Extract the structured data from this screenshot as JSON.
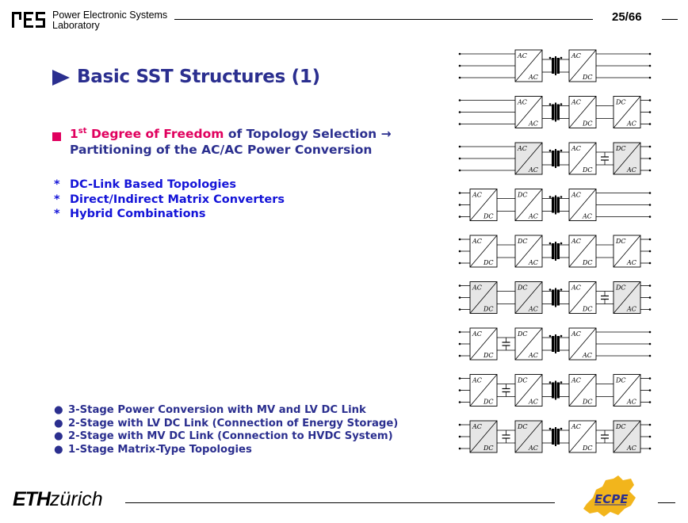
{
  "header": {
    "lab_line1": "Power Electronic Systems",
    "lab_line2": "Laboratory",
    "page_number": "25/66"
  },
  "title": "Basic SST Structures (1)",
  "main_point": {
    "ordinal": "1",
    "ordinal_sup": "st",
    "highlight": "Degree of Freedom",
    "rest_line1": " of Topology Selection →",
    "line2": "Partitioning of the AC/AC Power Conversion"
  },
  "star_items": [
    "DC-Link Based Topologies",
    "Direct/Indirect Matrix Converters",
    "Hybrid Combinations"
  ],
  "dot_items": [
    "3-Stage Power Conversion with MV and LV  DC Link",
    "2-Stage with LV DC Link (Connection of Energy Storage)",
    "2-Stage with MV DC Link (Connection to HVDC System)",
    "1-Stage Matrix-Type Topologies"
  ],
  "footer": {
    "eth_bold": "ETH",
    "eth_italic": "zürich",
    "ecpe_logo": "ECPE"
  },
  "colors": {
    "title_blue": "#2b2f8f",
    "accent_pink": "#e0005e",
    "list_blue": "#1414d8",
    "box_shaded": "#e6e6e6",
    "ecpe_gold": "#f2b51c"
  },
  "diagram": {
    "rows": [
      {
        "c1": null,
        "c1_shaded": false,
        "c1_cap": false,
        "c2": [
          "AC",
          "AC"
        ],
        "c2_shaded": false,
        "c3": [
          "AC",
          "DC"
        ],
        "c4": null,
        "c4_cap": false,
        "c4_shaded": false
      },
      {
        "c1": null,
        "c1_shaded": false,
        "c1_cap": false,
        "c2": [
          "AC",
          "AC"
        ],
        "c2_shaded": false,
        "c3": [
          "AC",
          "DC"
        ],
        "c4": [
          "DC",
          "AC"
        ],
        "c4_cap": false,
        "c4_shaded": false
      },
      {
        "c1": null,
        "c1_shaded": false,
        "c1_cap": false,
        "c2": [
          "AC",
          "AC"
        ],
        "c2_shaded": true,
        "c3": [
          "AC",
          "DC"
        ],
        "c4": [
          "DC",
          "AC"
        ],
        "c4_cap": true,
        "c4_shaded": true
      },
      {
        "c1": [
          "AC",
          "DC"
        ],
        "c1_shaded": false,
        "c1_cap": false,
        "c2": [
          "DC",
          "AC"
        ],
        "c2_shaded": false,
        "c3": [
          "AC",
          "AC"
        ],
        "c4": null,
        "c4_cap": false,
        "c4_shaded": false
      },
      {
        "c1": [
          "AC",
          "DC"
        ],
        "c1_shaded": false,
        "c1_cap": false,
        "c2": [
          "DC",
          "AC"
        ],
        "c2_shaded": false,
        "c3": [
          "AC",
          "DC"
        ],
        "c4": [
          "DC",
          "AC"
        ],
        "c4_cap": false,
        "c4_shaded": false
      },
      {
        "c1": [
          "AC",
          "DC"
        ],
        "c1_shaded": true,
        "c1_cap": false,
        "c2": [
          "DC",
          "AC"
        ],
        "c2_shaded": true,
        "c3": [
          "AC",
          "DC"
        ],
        "c4": [
          "DC",
          "AC"
        ],
        "c4_cap": true,
        "c4_shaded": true
      },
      {
        "c1": [
          "AC",
          "DC"
        ],
        "c1_shaded": false,
        "c1_cap": true,
        "c2": [
          "DC",
          "AC"
        ],
        "c2_shaded": false,
        "c3": [
          "AC",
          "AC"
        ],
        "c4": null,
        "c4_cap": false,
        "c4_shaded": false
      },
      {
        "c1": [
          "AC",
          "DC"
        ],
        "c1_shaded": false,
        "c1_cap": true,
        "c2": [
          "DC",
          "AC"
        ],
        "c2_shaded": false,
        "c3": [
          "AC",
          "DC"
        ],
        "c4": [
          "DC",
          "AC"
        ],
        "c4_cap": false,
        "c4_shaded": false
      },
      {
        "c1": [
          "AC",
          "DC"
        ],
        "c1_shaded": true,
        "c1_cap": true,
        "c2": [
          "DC",
          "AC"
        ],
        "c2_shaded": true,
        "c3": [
          "AC",
          "DC"
        ],
        "c4": [
          "DC",
          "AC"
        ],
        "c4_cap": true,
        "c4_shaded": true
      }
    ]
  }
}
